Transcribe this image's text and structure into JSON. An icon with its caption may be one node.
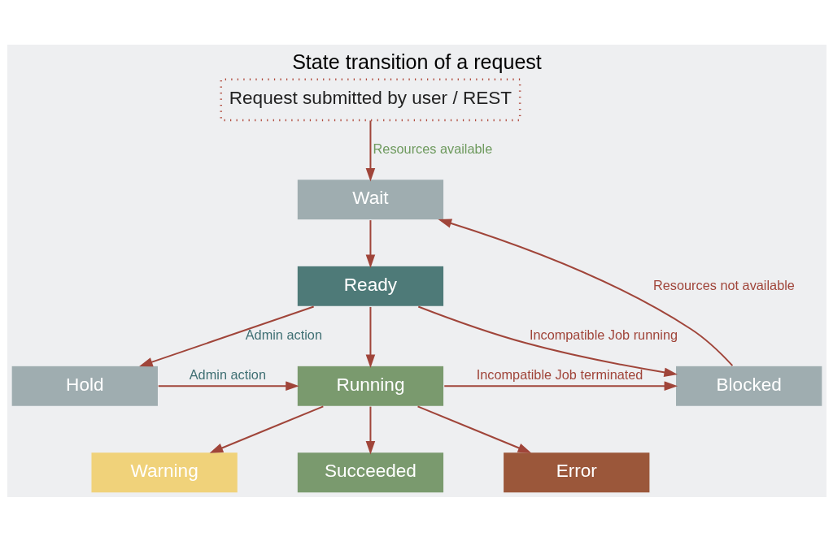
{
  "diagram": {
    "title": "State transition of a request",
    "nodes": [
      {
        "text": [
          "Request submitted by user / REST"
        ]
      },
      {
        "text": [
          "Wait"
        ]
      },
      {
        "text": [
          "Ready"
        ]
      },
      {
        "text": [
          "Blocked"
        ]
      },
      {
        "text": [
          "Running"
        ]
      },
      {
        "text": [
          "Hold"
        ]
      },
      {
        "text": [
          "Warning"
        ]
      },
      {
        "text": [
          "Succeeded"
        ]
      },
      {
        "text": [
          "Error"
        ]
      }
    ],
    "edges": [
      {
        "from": 0,
        "to": 1,
        "arrow": "to",
        "label": "Resources available"
      },
      {
        "from": 1,
        "to": 2,
        "arrow": "to"
      },
      {
        "from": 2,
        "to": 3,
        "arrow": "to",
        "label": "Incompatible Job running"
      },
      {
        "from": 2,
        "to": 4,
        "arrow": "to"
      },
      {
        "from": 2,
        "to": 5,
        "arrow": "to",
        "label": "Admin action"
      },
      {
        "from": 5,
        "to": 4,
        "arrow": "to",
        "label": "Admin action"
      },
      {
        "from": 4,
        "to": 3,
        "arrow": "to",
        "label": "Incompatible Job terminated"
      },
      {
        "from": 3,
        "to": 1,
        "arrow": "to",
        "label": "Resources not available"
      },
      {
        "from": 4,
        "to": 6,
        "arrow": "to"
      },
      {
        "from": 4,
        "to": 7,
        "arrow": "to"
      },
      {
        "from": 4,
        "to": 8,
        "arrow": "to"
      }
    ]
  }
}
